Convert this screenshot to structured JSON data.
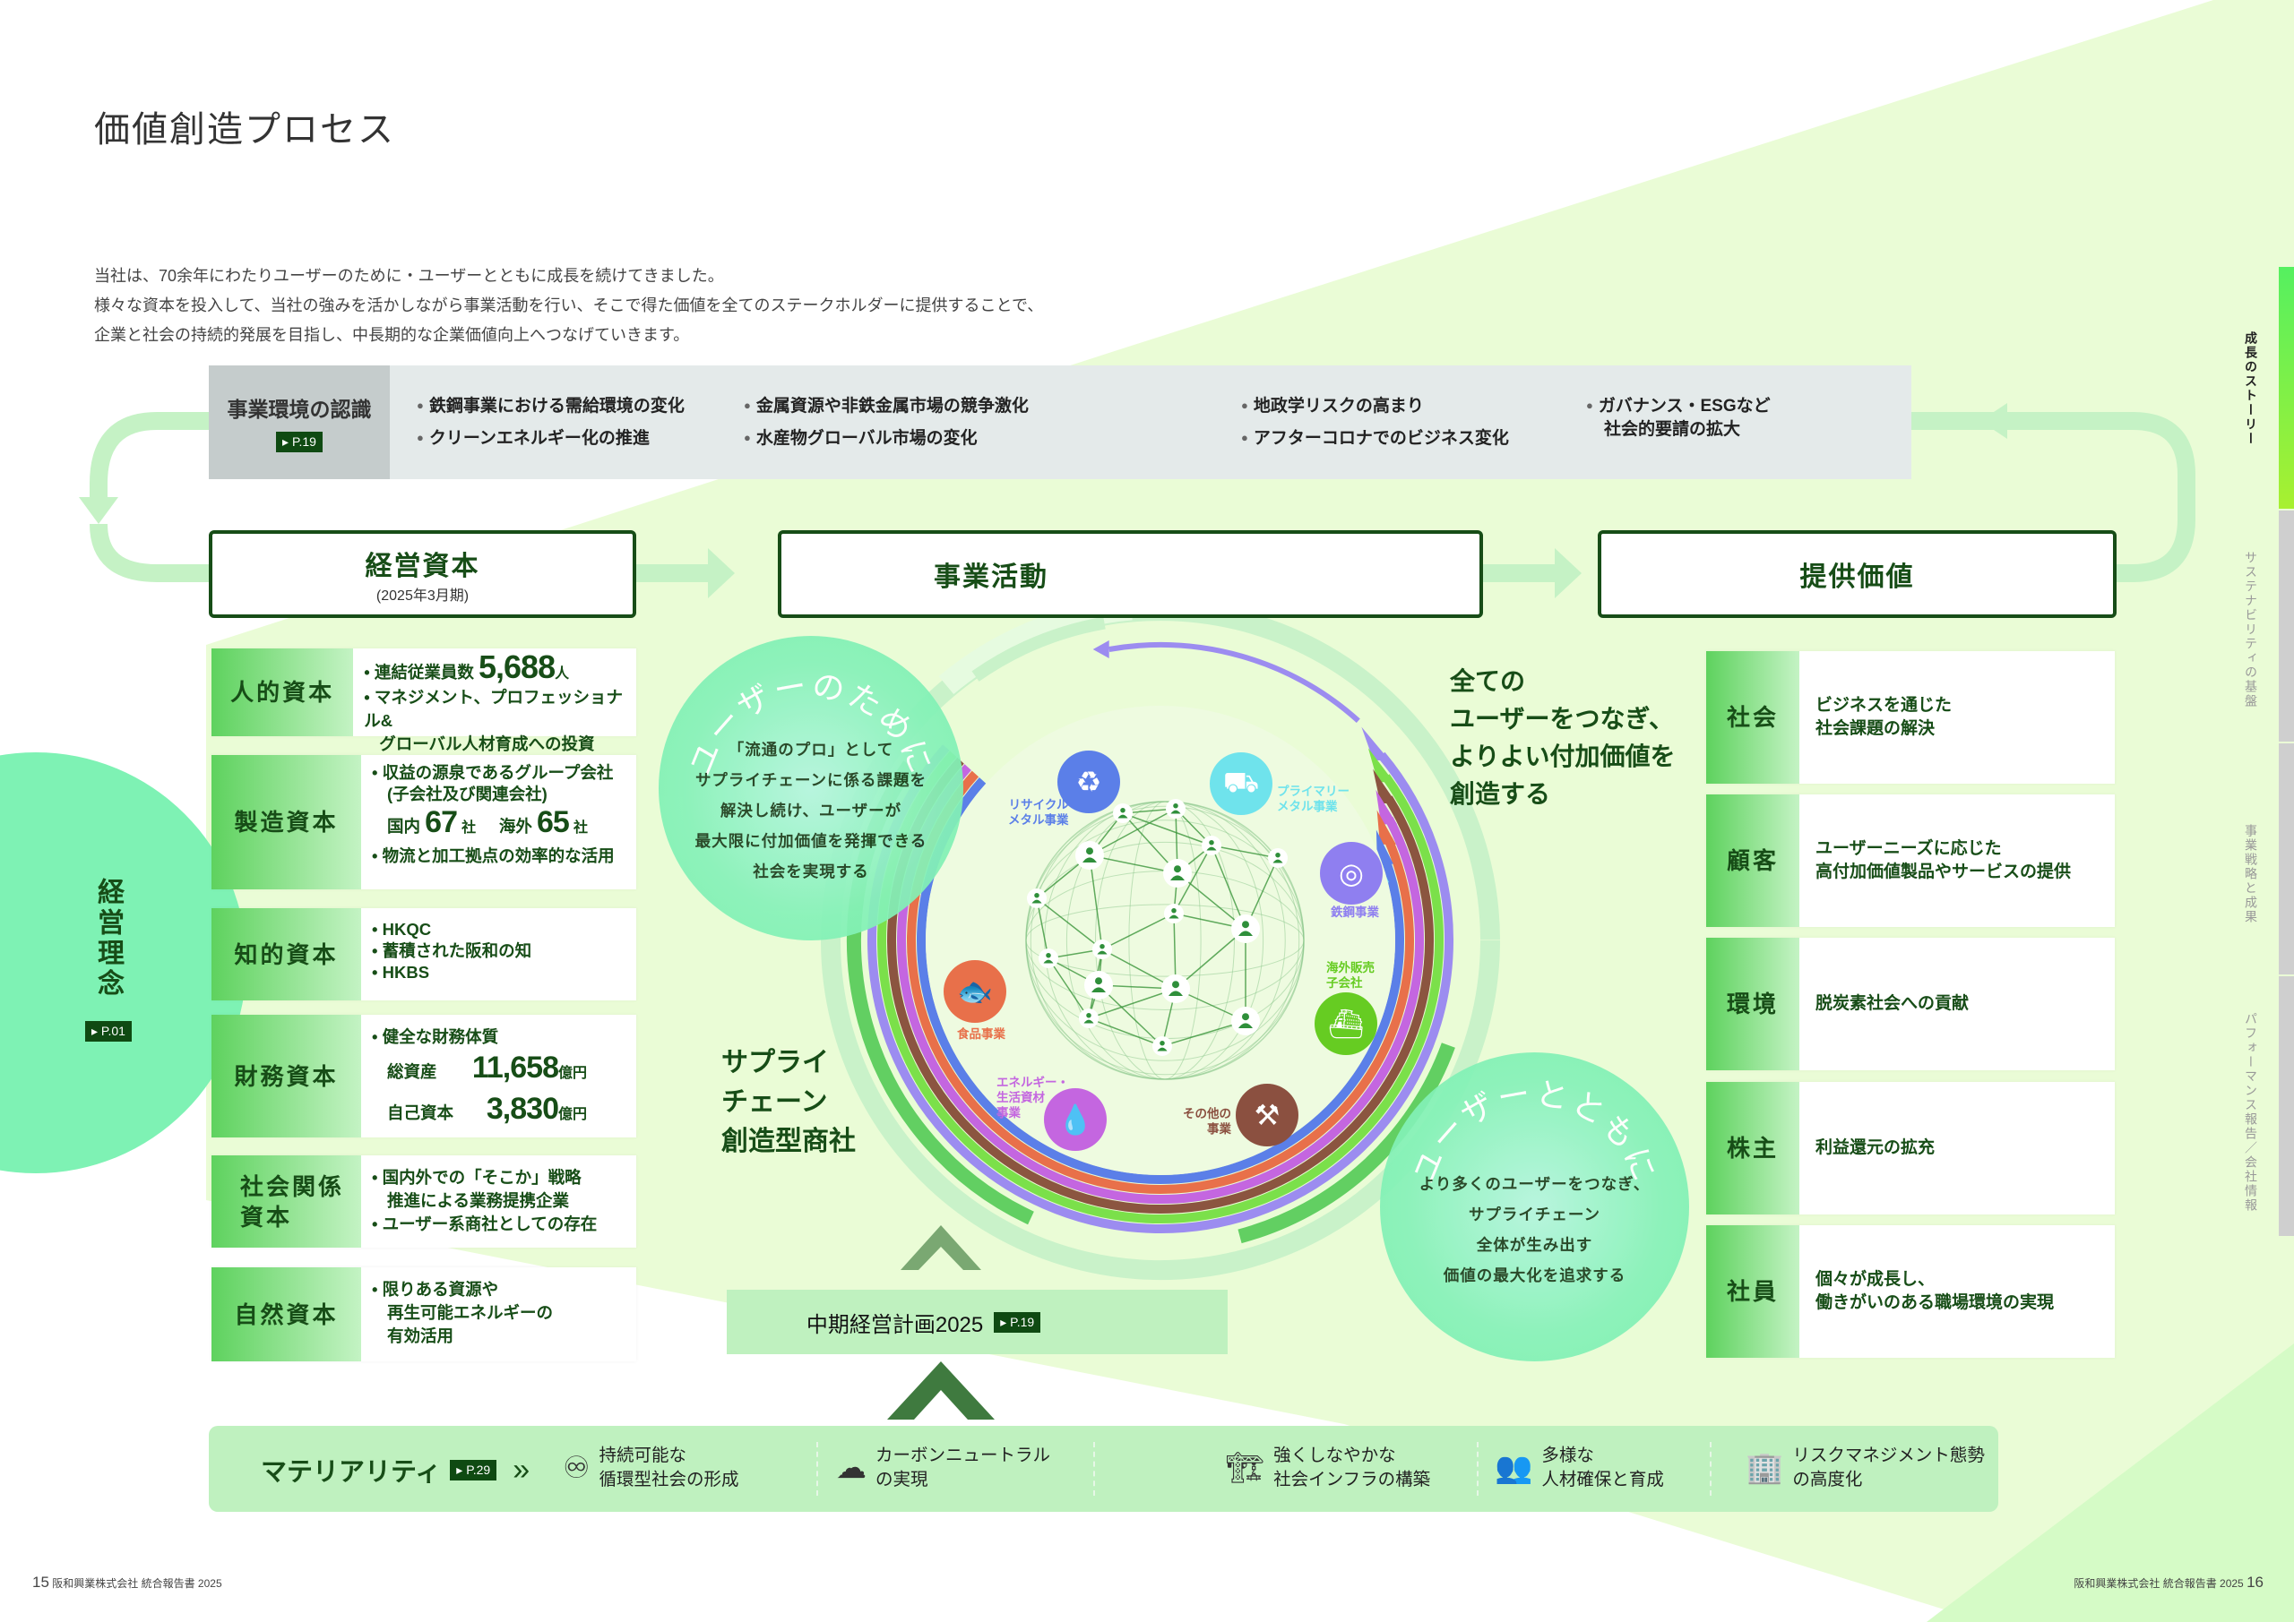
{
  "title": "価値創造プロセス",
  "intro": [
    "当社は、70余年にわたりユーザーのために・ユーザーとともに成長を続けてきました。",
    "様々な資本を投入して、当社の強みを活かしながら事業活動を行い、そこで得た価値を全てのステークホルダーに提供することで、",
    "企業と社会の持続的発展を目指し、中長期的な企業価値向上へつなげていきます。"
  ],
  "environment": {
    "label": "事業環境の認識",
    "page": "P.19",
    "items": [
      "鉄鋼事業における需給環境の変化",
      "クリーンエネルギー化の推進",
      "金属資源や非鉄金属市場の競争激化",
      "水産物グローバル市場の変化",
      "地政学リスクの高まり",
      "アフターコロナでのビジネス変化",
      "ガバナンス・ESGなど",
      "社会的要請の拡大"
    ]
  },
  "headers": {
    "capital": "経営資本",
    "capital_sub": "(2025年3月期)",
    "activity": "事業活動",
    "value": "提供価値"
  },
  "philosophy": {
    "label": "経営理念",
    "page": "P.01"
  },
  "capitals": {
    "human": {
      "label": "人的資本",
      "employees_label": "連結従業員数",
      "employees": "5,688",
      "employees_unit": "人",
      "item2a": "マネジメント、プロフェッショナル&",
      "item2b": "グローバル人材育成への投資"
    },
    "manufactured": {
      "label": "製造資本",
      "item1a": "収益の源泉であるグループ会社",
      "item1b": "(子会社及び関連会社)",
      "domestic_label": "国内",
      "domestic": "67",
      "overseas_label": "海外",
      "overseas": "65",
      "unit": "社",
      "item2": "物流と加工拠点の効率的な活用"
    },
    "intellectual": {
      "label": "知的資本",
      "items": [
        "HKQC",
        "蓄積された阪和の知",
        "HKBS"
      ]
    },
    "financial": {
      "label": "財務資本",
      "item1": "健全な財務体質",
      "assets_label": "総資産",
      "assets": "11,658",
      "equity_label": "自己資本",
      "equity": "3,830",
      "unit": "億円"
    },
    "social": {
      "label1": "社会関係",
      "label2": "資本",
      "item1a": "国内外での「そこか」戦略",
      "item1b": "推進による業務提携企業",
      "item2": "ユーザー系商社としての存在"
    },
    "natural": {
      "label": "自然資本",
      "item1a": "限りある資源や",
      "item1b": "再生可能エネルギーの",
      "item1c": "有効活用"
    }
  },
  "bubble_for": {
    "heading": "ユーザーのために",
    "lines": [
      "「流通のプロ」として",
      "サプライチェーンに係る課題を",
      "解決し続け、ユーザーが",
      "最大限に付加価値を発揮できる",
      "社会を実現する"
    ]
  },
  "bubble_with": {
    "heading": "ユーザーとともに",
    "lines": [
      "より多くのユーザーをつなぎ、",
      "サプライチェーン",
      "全体が生み出す",
      "価値の最大化を追求する"
    ]
  },
  "catch_right": [
    "全ての",
    "ユーザーをつなぎ、",
    "よりよい付加価値を",
    "創造する"
  ],
  "catch_left": [
    "サプライ",
    "チェーン",
    "創造型商社"
  ],
  "businesses": [
    {
      "label1": "リサイクル",
      "label2": "メタル事業",
      "icon": "recycle-icon",
      "color": "#5b7fe8"
    },
    {
      "label1": "プライマリー",
      "label2": "メタル事業",
      "icon": "ore-cart-icon",
      "color": "#6fe3ec"
    },
    {
      "label1": "鉄鋼事業",
      "label2": "",
      "icon": "steel-coil-icon",
      "color": "#8f7ff0"
    },
    {
      "label1": "海外販売",
      "label2": "子会社",
      "icon": "ship-icon",
      "color": "#66cc22"
    },
    {
      "label1": "その他の",
      "label2": "事業",
      "icon": "crane-icon",
      "color": "#8b5040"
    },
    {
      "label1": "エネルギー・",
      "label2": "生活資材",
      "label3": "事業",
      "icon": "drop-icon",
      "color": "#c466e0"
    },
    {
      "label1": "食品事業",
      "label2": "",
      "icon": "fish-icon",
      "color": "#e8704a"
    }
  ],
  "midterm": {
    "label": "中期経営計画2025",
    "page": "P.19"
  },
  "values": [
    {
      "label": "社会",
      "l1": "ビジネスを通じた",
      "l2": "社会課題の解決"
    },
    {
      "label": "顧客",
      "l1": "ユーザーニーズに応じた",
      "l2": "高付加価値製品やサービスの提供"
    },
    {
      "label": "環境",
      "l1": "脱炭素社会への貢献",
      "l2": ""
    },
    {
      "label": "株主",
      "l1": "利益還元の拡充",
      "l2": ""
    },
    {
      "label": "社員",
      "l1": "個々が成長し、",
      "l2": "働きがいのある職場環境の実現"
    }
  ],
  "materiality": {
    "label": "マテリアリティ",
    "page": "P.29",
    "items": [
      {
        "l1": "持続可能な",
        "l2": "循環型社会の形成",
        "icon": "circular-globe-icon"
      },
      {
        "l1": "カーボンニュートラル",
        "l2": "の実現",
        "icon": "co2-cloud-icon"
      },
      {
        "l1": "強くしなやかな",
        "l2": "社会インフラの構築",
        "icon": "infrastructure-icon"
      },
      {
        "l1": "多様な",
        "l2": "人材確保と育成",
        "icon": "people-icon"
      },
      {
        "l1": "リスクマネジメント態勢",
        "l2": "の高度化",
        "icon": "building-icon"
      }
    ]
  },
  "side_tabs": [
    "成長のストーリー",
    "サステナビリティの基盤",
    "事業戦略と成果",
    "パフォーマンス報告／会社情報"
  ],
  "footer": {
    "left_page": "15",
    "left_text": "阪和興業株式会社 統合報告書 2025",
    "right_text": "阪和興業株式会社 統合報告書 2025",
    "right_page": "16"
  },
  "colors": {
    "dark_green": "#174d17",
    "accent_green": "#5ed25e",
    "badge": "#0f4a12",
    "light_bg": "#e9fbd6"
  }
}
